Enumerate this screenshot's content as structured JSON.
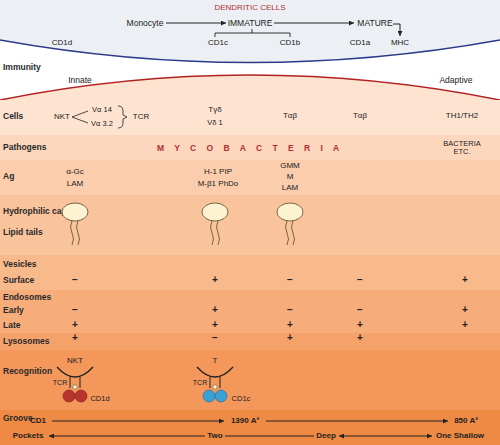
{
  "diagram": {
    "nodes": [
      {
        "text": [
          "Immunity"
        ]
      },
      {
        "text": [
          "Cells"
        ]
      },
      {
        "text": [
          "Pathogens"
        ]
      },
      {
        "text": [
          "Ag"
        ]
      },
      {
        "text": [
          "Hydrophilic cap",
          "Lipid tails"
        ]
      },
      {
        "text": [
          "Vesicles",
          "Surface"
        ]
      },
      {
        "text": [
          "Endosomes",
          "Early",
          "Late"
        ]
      },
      {
        "text": [
          "Lysosomes"
        ]
      },
      {
        "text": [
          "Recognition"
        ]
      },
      {
        "text": [
          "Groove"
        ]
      }
    ],
    "labels": [
      "DENDRITIC CELLS",
      "Monocyte",
      "IMMATURE",
      "MATURE",
      "CD1d",
      "CD1c",
      "CD1b",
      "CD1a",
      "MHC",
      "Innate",
      "Adaptive",
      "NKT",
      "Vα 14",
      "Vα 3.2",
      "TCR",
      "Tγδ",
      "Vδ 1",
      "Tαβ",
      "Tαβ",
      "TH1/TH2",
      "M Y C O B A C T E R I A",
      "BACTERIA ETC.",
      "α-Gc",
      "LAM",
      "H-1 PIP",
      "M-β1 PhDo",
      "GMM",
      "M",
      "LAM",
      "−",
      "+",
      "−",
      "−",
      "+",
      "−",
      "+",
      "−",
      "−",
      "+",
      "+",
      "+",
      "+",
      "+",
      "+",
      "+",
      "−",
      "+",
      "+",
      "NKT",
      "TCR",
      "CD1d",
      "T",
      "TCR",
      "CD1c",
      "CD1",
      "1390 A²",
      "850 A²",
      "Pockets",
      "Two",
      "Deep",
      "One Shallow"
    ]
  }
}
